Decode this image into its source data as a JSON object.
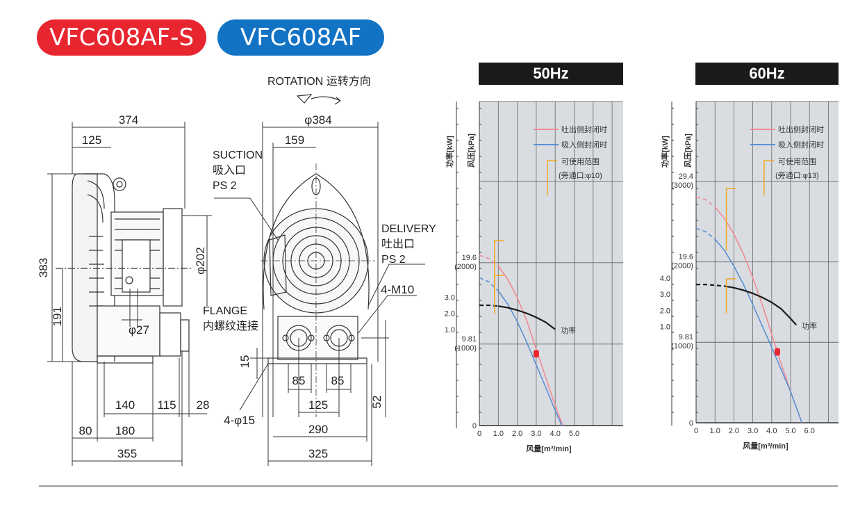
{
  "models": {
    "left": "VFC608AF-S",
    "right": "VFC608AF",
    "left_color": "#e8262f",
    "right_color": "#1273c5"
  },
  "side_view": {
    "dims": {
      "d374": "374",
      "d125": "125",
      "d383": "383",
      "d191": "191",
      "d202": "φ202",
      "d27": "φ27",
      "d140": "140",
      "d115": "115",
      "d28": "28",
      "d80": "80",
      "d180": "180",
      "d355": "355"
    },
    "flange_en": "FLANGE",
    "flange_cn": "内螺纹连接"
  },
  "front_view": {
    "rotation": "ROTATION 运转方向",
    "dims": {
      "d384": "φ384",
      "d159": "159",
      "d15": "15",
      "d85a": "85",
      "d85b": "85",
      "d125": "125",
      "d290": "290",
      "d325": "325",
      "d52": "52",
      "holes": "4-φ15",
      "bolts": "4-M10"
    },
    "suction": [
      "SUCTION",
      "吸入口",
      "PS 2"
    ],
    "delivery": [
      "DELIVERY",
      "吐出口",
      "PS 2"
    ]
  },
  "chart_data": [
    {
      "type": "line",
      "title": "50Hz",
      "xlabel": "风量[m³/min]",
      "ylabel": "风压[kPa]",
      "y2label": "功率[kW]",
      "xlim": [
        0,
        7.6
      ],
      "xticks": [
        "0",
        "1.0",
        "2.0",
        "3.0",
        "4.0",
        "5.0"
      ],
      "yticks": [
        {
          "v": 0,
          "label": "0"
        },
        {
          "v": 9.81,
          "label": "9.81",
          "sub": "(1000)"
        },
        {
          "v": 19.6,
          "label": "19.6",
          "sub": "(2000)"
        }
      ],
      "y2ticks": [
        "1.0",
        "2.0",
        "3.0"
      ],
      "grid": true,
      "legend": {
        "placement": "top-right",
        "discharge": "吐出侧封闭时",
        "suction": "吸入侧封闭时",
        "range": "可使用范围",
        "bypass": "(旁通口:φ10)"
      },
      "power_label": "功率",
      "series": [
        {
          "name": "吐出侧封闭时",
          "color": "#f08a94",
          "x": [
            0,
            0.5,
            1.0,
            1.5,
            2.0,
            2.5,
            3.0,
            3.5,
            4.0,
            4.4
          ],
          "y": [
            20.5,
            20.1,
            19.2,
            17.6,
            15.4,
            12.6,
            9.2,
            5.8,
            2.4,
            0
          ]
        },
        {
          "name": "吸入侧封闭时",
          "color": "#5b8fd4",
          "x": [
            0,
            0.5,
            1.0,
            1.5,
            2.0,
            2.5,
            3.0,
            3.5,
            4.0,
            4.35
          ],
          "y": [
            17.8,
            17.3,
            16.2,
            14.6,
            12.5,
            10.0,
            7.3,
            4.6,
            1.8,
            0
          ]
        },
        {
          "name": "功率",
          "color": "#1a1a1a",
          "unit": "kW",
          "x": [
            0,
            0.5,
            1.0,
            1.5,
            2.0,
            2.5,
            3.0,
            3.5,
            4.0
          ],
          "y": [
            2.5,
            2.5,
            2.45,
            2.35,
            2.2,
            2.0,
            1.75,
            1.45,
            1.0
          ]
        }
      ],
      "marker": {
        "x": 3.0,
        "y": 8.6,
        "color": "#e8262f"
      }
    },
    {
      "type": "line",
      "title": "60Hz",
      "xlabel": "风量[m³/min]",
      "ylabel": "风压[kPa]",
      "y2label": "功率[kW]",
      "xlim": [
        0,
        7.6
      ],
      "xticks": [
        "0",
        "1.0",
        "2.0",
        "3.0",
        "4.0",
        "5.0",
        "6.0"
      ],
      "yticks": [
        {
          "v": 0,
          "label": "0"
        },
        {
          "v": 9.81,
          "label": "9.81",
          "sub": "(1000)"
        },
        {
          "v": 19.6,
          "label": "19.6",
          "sub": "(2000)"
        },
        {
          "v": 29.4,
          "label": "29.4",
          "sub": "(3000)"
        }
      ],
      "y2ticks": [
        "1.0",
        "2.0",
        "3.0",
        "4.0"
      ],
      "grid": true,
      "legend": {
        "placement": "top-right",
        "discharge": "吐出侧封闭时",
        "suction": "吸入侧封闭时",
        "range": "可使用范围",
        "bypass": "(旁通口:φ13)"
      },
      "power_label": "功率",
      "series": [
        {
          "name": "吐出侧封闭时",
          "color": "#f08a94",
          "x": [
            0,
            0.5,
            1.0,
            1.5,
            2.0,
            2.5,
            3.0,
            3.5,
            4.0,
            4.5,
            5.0,
            5.6
          ],
          "y": [
            27.5,
            27.2,
            26.3,
            24.9,
            23.0,
            20.6,
            17.7,
            14.4,
            10.8,
            7.2,
            3.8,
            0
          ]
        },
        {
          "name": "吸入侧封闭时",
          "color": "#5b8fd4",
          "x": [
            0,
            0.5,
            1.0,
            1.5,
            2.0,
            2.5,
            3.0,
            3.5,
            4.0,
            4.5,
            5.0,
            5.6
          ],
          "y": [
            23.7,
            23.3,
            22.4,
            21.0,
            19.1,
            16.9,
            14.4,
            11.8,
            9.2,
            6.5,
            3.8,
            0
          ]
        },
        {
          "name": "功率",
          "color": "#1a1a1a",
          "unit": "kW",
          "x": [
            0,
            0.5,
            1.0,
            1.5,
            2.0,
            2.5,
            3.0,
            3.5,
            4.0,
            4.5,
            5.0,
            5.3
          ],
          "y": [
            3.6,
            3.6,
            3.55,
            3.5,
            3.4,
            3.25,
            3.05,
            2.8,
            2.5,
            2.1,
            1.5,
            1.1
          ]
        }
      ],
      "marker": {
        "x": 4.3,
        "y": 8.6,
        "color": "#e8262f"
      }
    }
  ]
}
